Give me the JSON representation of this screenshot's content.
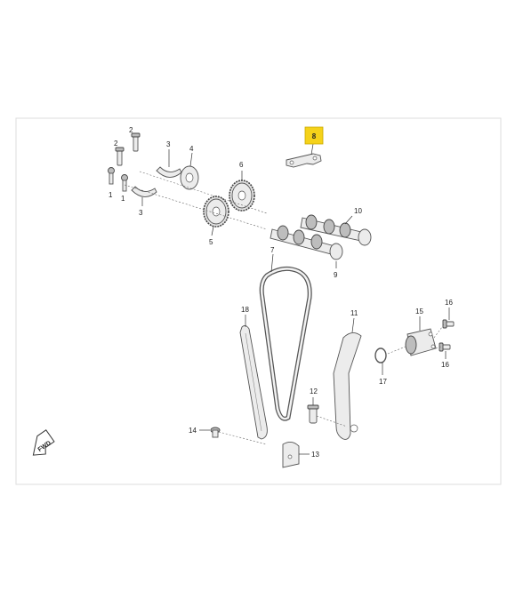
{
  "callouts": {
    "c1a": "1",
    "c1b": "1",
    "c2a": "2",
    "c2b": "2",
    "c3a": "3",
    "c3b": "3",
    "c4": "4",
    "c5": "5",
    "c6": "6",
    "c7": "7",
    "c8": "8",
    "c9": "9",
    "c10": "10",
    "c11": "11",
    "c12": "12",
    "c13": "13",
    "c14": "14",
    "c15": "15",
    "c16a": "16",
    "c16b": "16",
    "c17": "17",
    "c18": "18"
  },
  "fwd_label": "FWD",
  "colors": {
    "highlight": "#f5d21a",
    "line": "#444444",
    "frame": "#dddddd"
  }
}
